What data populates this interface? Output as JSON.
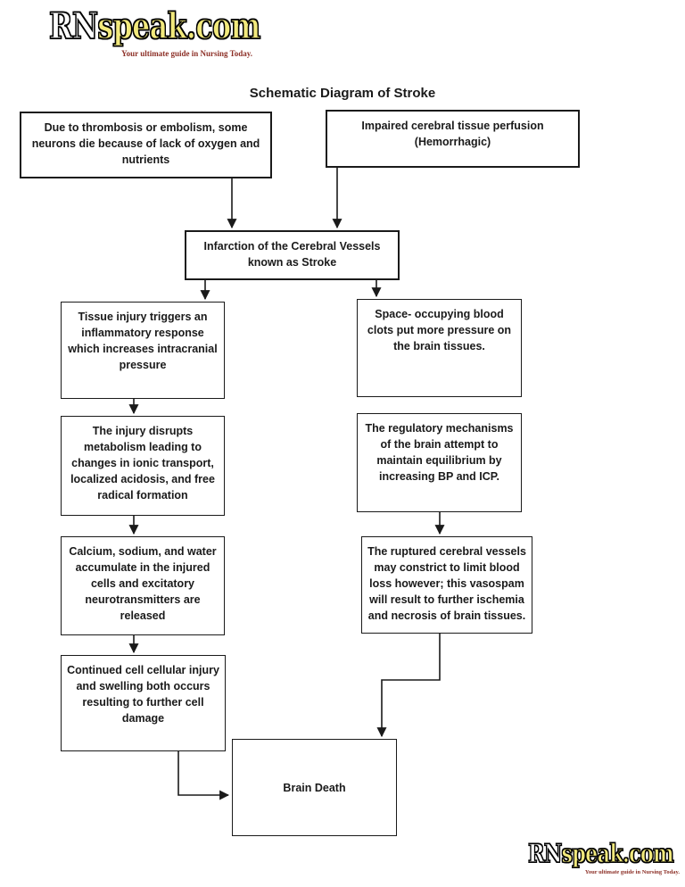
{
  "logo": {
    "brand_rn": "RN",
    "brand_rest": "speak.com",
    "tagline": "Your ultimate guide in Nursing Today.",
    "brand_yellow": "#f2e97c",
    "tagline_color": "#8c2f26"
  },
  "title": "Schematic Diagram of Stroke",
  "diagram": {
    "nodes": [
      {
        "id": "thrombosis",
        "text": "Due to thrombosis or embolism, some neurons die because of lack of oxygen and nutrients"
      },
      {
        "id": "perfusion",
        "text": "Impaired cerebral tissue perfusion (Hemorrhagic)"
      },
      {
        "id": "infarction",
        "text": "Infarction of the Cerebral Vessels known as Stroke"
      },
      {
        "id": "tissue-injury",
        "text": "Tissue injury triggers an inflammatory response which increases intracranial pressure"
      },
      {
        "id": "blood-clots",
        "text": "Space- occupying blood clots put more pressure on the brain tissues."
      },
      {
        "id": "metabolism",
        "text": "The injury disrupts metabolism leading to changes in ionic transport, localized acidosis, and free radical formation"
      },
      {
        "id": "regulatory",
        "text": "The regulatory mechanisms of the brain attempt to maintain equilibrium by increasing BP and ICP."
      },
      {
        "id": "calcium",
        "text": "Calcium, sodium, and water accumulate in the injured cells and excitatory neurotransmitters are released"
      },
      {
        "id": "vasospasm",
        "text": "The ruptured cerebral vessels may constrict to limit blood loss however; this vasospam will result to further ischemia and necrosis of brain tissues."
      },
      {
        "id": "cell-damage",
        "text": "Continued cell cellular injury and swelling both occurs resulting to further cell damage"
      },
      {
        "id": "brain-death",
        "text": "Brain Death"
      }
    ],
    "edges": [
      {
        "from": "thrombosis",
        "to": "infarction"
      },
      {
        "from": "perfusion",
        "to": "infarction"
      },
      {
        "from": "infarction",
        "to": "tissue-injury"
      },
      {
        "from": "infarction",
        "to": "blood-clots"
      },
      {
        "from": "tissue-injury",
        "to": "metabolism"
      },
      {
        "from": "metabolism",
        "to": "calcium"
      },
      {
        "from": "regulatory",
        "to": "vasospasm"
      },
      {
        "from": "calcium",
        "to": "cell-damage"
      },
      {
        "from": "vasospasm",
        "to": "brain-death"
      },
      {
        "from": "cell-damage",
        "to": "brain-death"
      }
    ],
    "line_color": "#1a1a1a"
  }
}
